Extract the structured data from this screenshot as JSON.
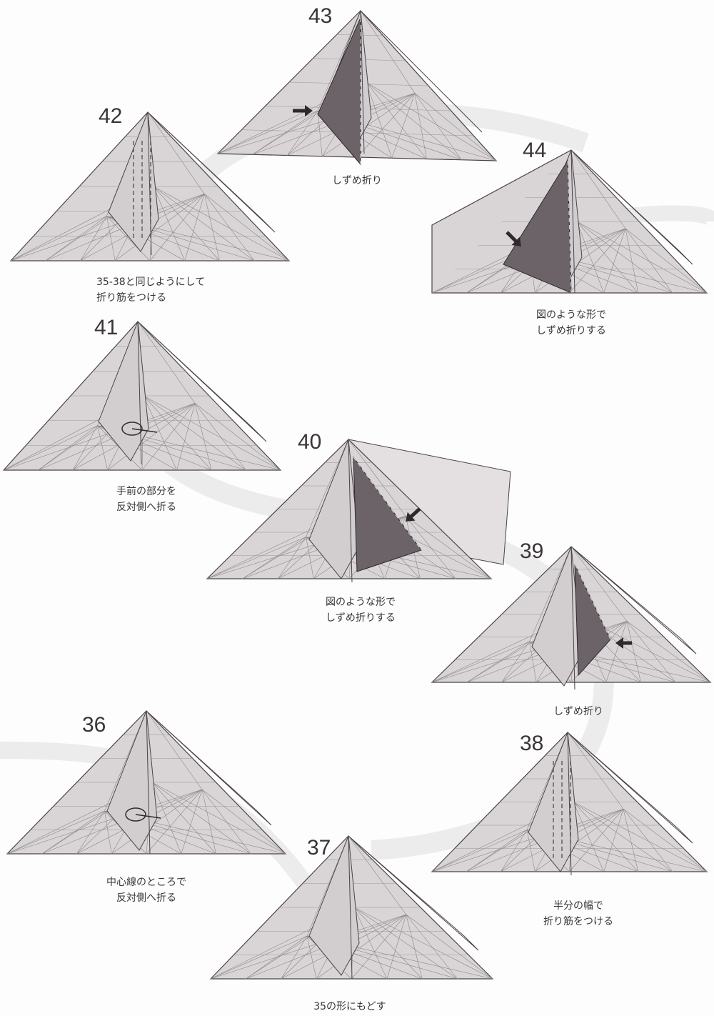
{
  "steps": [
    {
      "number": "42",
      "caption": [
        "35-38と同じようにして",
        "折り筋をつける"
      ]
    },
    {
      "number": "43",
      "caption": [
        "しずめ折り"
      ]
    },
    {
      "number": "44",
      "caption": [
        "図のような形で",
        "しずめ折りする"
      ]
    },
    {
      "number": "41",
      "caption": [
        "手前の部分を",
        "反対側へ折る"
      ]
    },
    {
      "number": "40",
      "caption": [
        "図のような形で",
        "しずめ折りする"
      ]
    },
    {
      "number": "39",
      "caption": [
        "しずめ折り"
      ]
    },
    {
      "number": "36",
      "caption": [
        "中心線のところで",
        "反対側へ折る"
      ]
    },
    {
      "number": "38",
      "caption": [
        "半分の幅で",
        "折り筋をつける"
      ]
    },
    {
      "number": "37",
      "caption": [
        "35の形にもどす"
      ]
    }
  ],
  "colors": {
    "paper": "#d9d5d6",
    "shade": "#6b6367",
    "line": "#4a4447",
    "swoosh": "#ececec"
  }
}
